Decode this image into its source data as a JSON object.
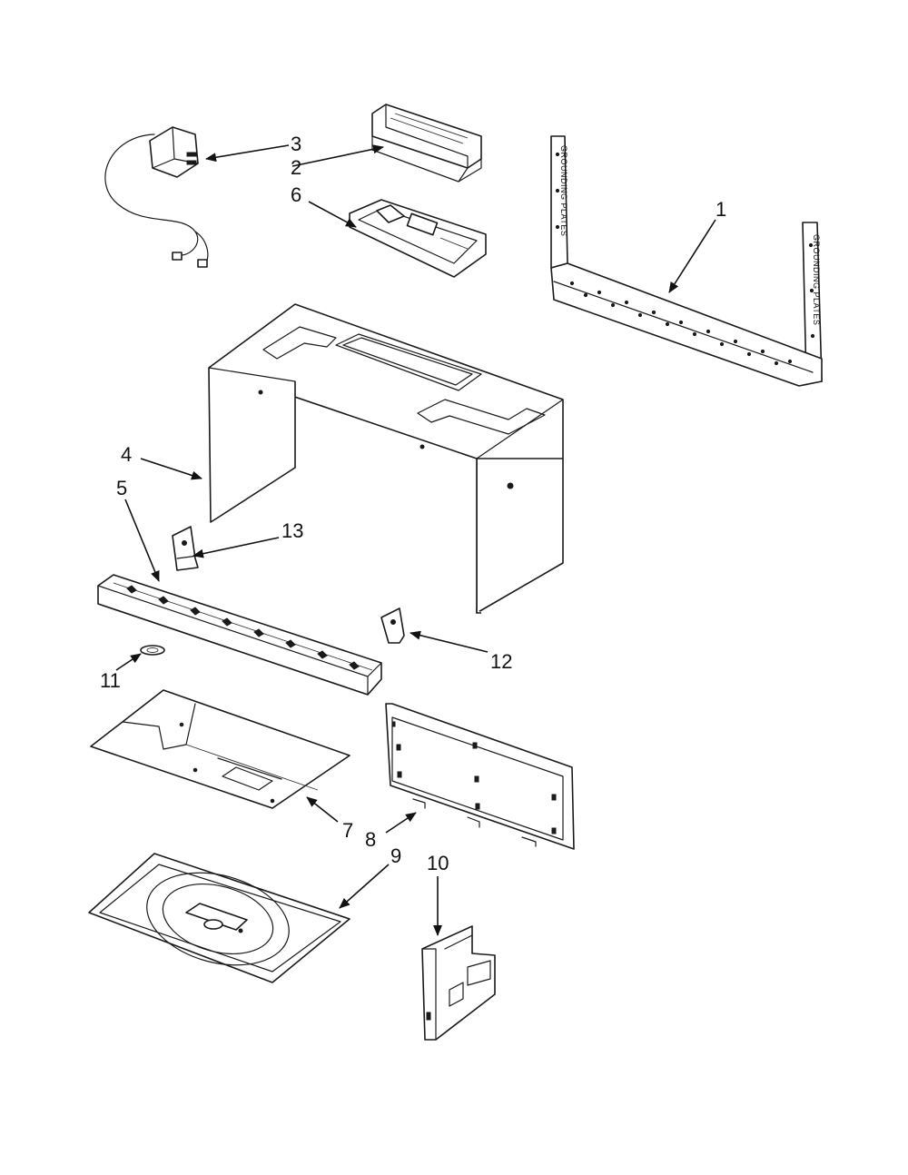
{
  "callouts": [
    "1",
    "2",
    "3",
    "4",
    "5",
    "6",
    "7",
    "8",
    "9",
    "10",
    "11",
    "12",
    "13"
  ],
  "bracket_stamp": "GROUNDING PLATES"
}
